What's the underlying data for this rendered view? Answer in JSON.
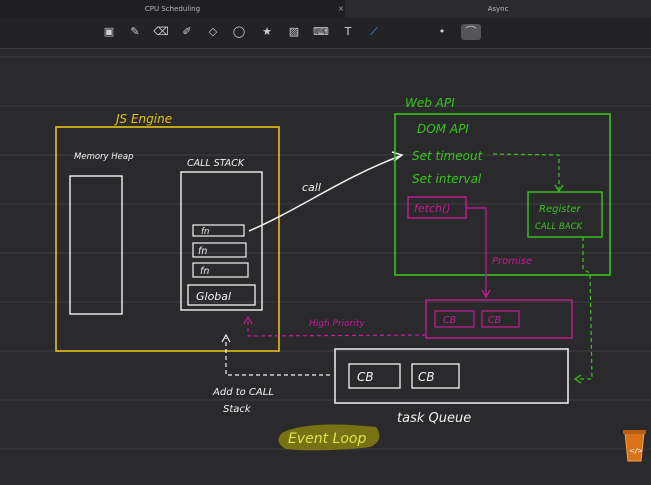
{
  "tabs": [
    {
      "label": "CPU Scheduling"
    },
    {
      "label": "Async"
    }
  ],
  "tab_close": "×",
  "toolbar": {
    "tools": [
      {
        "name": "image-insert-icon",
        "glyph": "▣"
      },
      {
        "name": "pen-icon",
        "glyph": "✎"
      },
      {
        "name": "eraser-icon",
        "glyph": "⌫"
      },
      {
        "name": "highlighter-icon",
        "glyph": "✐"
      },
      {
        "name": "shapes-icon",
        "glyph": "◇"
      },
      {
        "name": "lasso-icon",
        "glyph": "◯"
      },
      {
        "name": "sticker-icon",
        "glyph": "★"
      },
      {
        "name": "photo-icon",
        "glyph": "▨"
      },
      {
        "name": "keyboard-icon",
        "glyph": "⌨"
      },
      {
        "name": "text-box-icon",
        "glyph": "T"
      },
      {
        "name": "laser-pointer-icon",
        "glyph": "⟋"
      }
    ],
    "dot_glyph": "•",
    "stroke_glyph": "⌒"
  },
  "colors": {
    "yellow": "#e6c20f",
    "white": "#f2f2f2",
    "green": "#37c61c",
    "magenta": "#c81a97",
    "highlight": "#7f7a12"
  },
  "diagram": {
    "js_engine": "JS Engine",
    "memory_heap": "Memory Heap",
    "call_stack": "CALL STACK",
    "fn1": "fn",
    "fn2": "fn",
    "fn3": "fn",
    "global": "Global",
    "call": "call",
    "web_api": "Web API",
    "dom_api": "DOM API",
    "set_timeout": "Set timeout",
    "set_interval": "Set interval",
    "fetch": "fetch()",
    "register_1": "Register",
    "register_2": "CALL BACK",
    "promise": "Promise",
    "high_priority": "High Priority",
    "micro_cb1": "CB",
    "micro_cb2": "CB",
    "task_cb1": "CB",
    "task_cb2": "CB",
    "task_queue": "task Queue",
    "add_to_call_1": "Add to CALL",
    "add_to_call_2": "Stack",
    "event_loop": "Event Loop"
  }
}
